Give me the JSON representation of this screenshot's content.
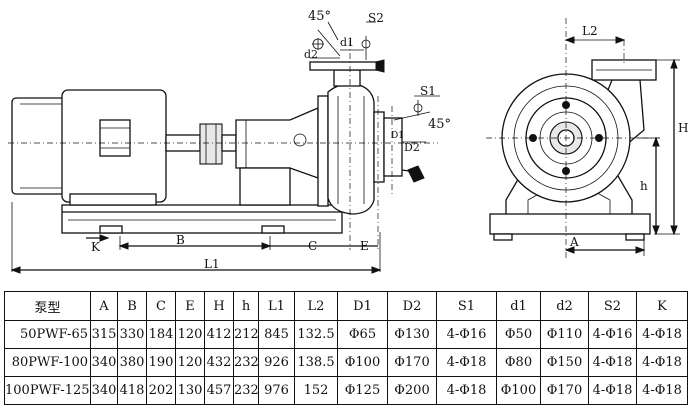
{
  "labels": {
    "angle_top": "45°",
    "s2": "S2",
    "d1": "d1",
    "d2": "d2",
    "s1": "S1",
    "angle_side": "45°",
    "D1": "D1",
    "D2": "D2",
    "K": "K",
    "B": "B",
    "C": "C",
    "E": "E",
    "L1": "L1",
    "L2": "L2",
    "H": "H",
    "h": "h",
    "A": "A"
  },
  "table": {
    "headers": [
      "泵型",
      "A",
      "B",
      "C",
      "E",
      "H",
      "h",
      "L1",
      "L2",
      "D1",
      "D2",
      "S1",
      "d1",
      "d2",
      "S2",
      "K"
    ],
    "rows": [
      [
        "50PWF-65",
        "315",
        "330",
        "184",
        "120",
        "412",
        "212",
        "845",
        "132.5",
        "Φ65",
        "Φ130",
        "4-Φ16",
        "Φ50",
        "Φ110",
        "4-Φ16",
        "4-Φ18"
      ],
      [
        "80PWF-100",
        "340",
        "380",
        "190",
        "120",
        "432",
        "232",
        "926",
        "138.5",
        "Φ100",
        "Φ170",
        "4-Φ18",
        "Φ80",
        "Φ150",
        "4-Φ18",
        "4-Φ18"
      ],
      [
        "100PWF-125",
        "340",
        "418",
        "202",
        "130",
        "457",
        "232",
        "976",
        "152",
        "Φ125",
        "Φ200",
        "4-Φ18",
        "Φ100",
        "Φ170",
        "4-Φ18",
        "4-Φ18"
      ]
    ]
  }
}
